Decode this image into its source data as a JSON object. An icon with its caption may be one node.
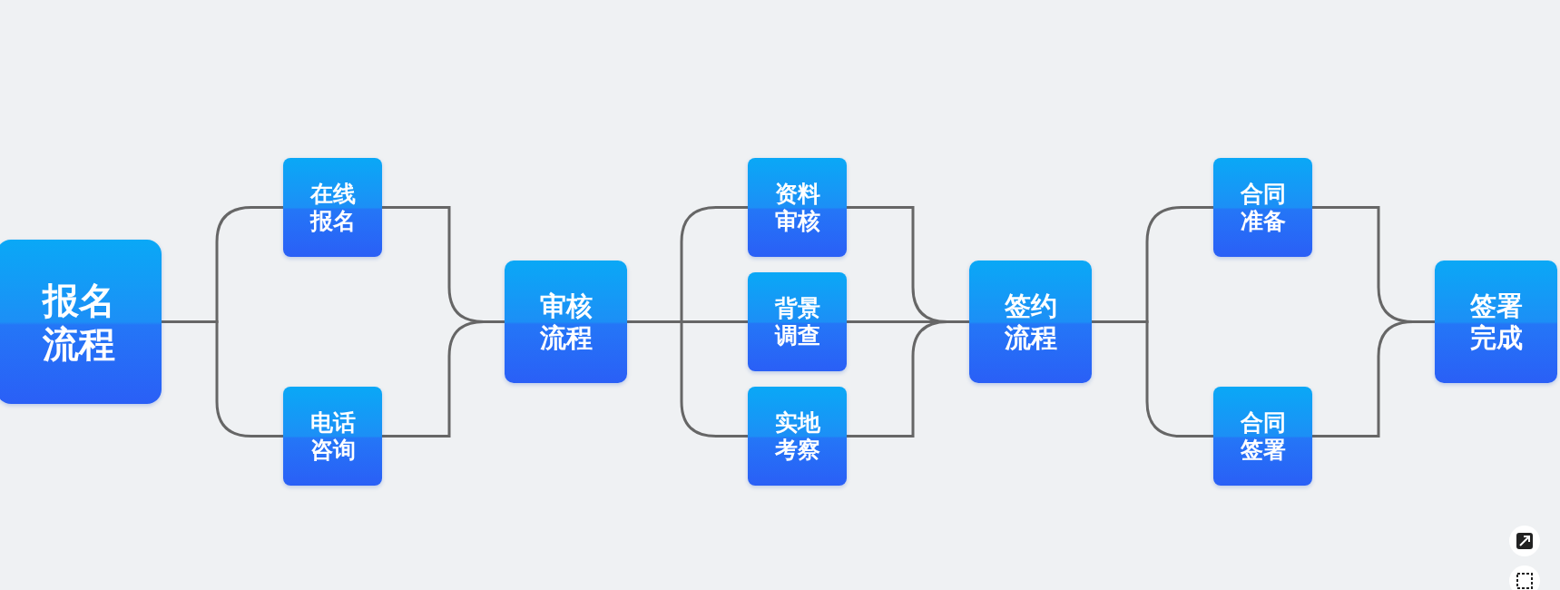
{
  "diagram": {
    "nodes": [
      {
        "text": [
          "报名流程"
        ]
      },
      {
        "text": [
          "在线报名"
        ]
      },
      {
        "text": [
          "电话咨询"
        ]
      },
      {
        "text": [
          "审核流程"
        ]
      },
      {
        "text": [
          "资料审核"
        ]
      },
      {
        "text": [
          "背景调查"
        ]
      },
      {
        "text": [
          "实地考察"
        ]
      },
      {
        "text": [
          "签约流程"
        ]
      },
      {
        "text": [
          "合同准备"
        ]
      },
      {
        "text": [
          "合同签署"
        ]
      },
      {
        "text": [
          "签署完成"
        ]
      }
    ],
    "edges": [
      {
        "from": 0,
        "to": 1,
        "arrow": "none"
      },
      {
        "from": 0,
        "to": 2,
        "arrow": "none"
      },
      {
        "from": 1,
        "to": 3,
        "arrow": "none"
      },
      {
        "from": 2,
        "to": 3,
        "arrow": "none"
      },
      {
        "from": 3,
        "to": 4,
        "arrow": "none"
      },
      {
        "from": 3,
        "to": 5,
        "arrow": "none"
      },
      {
        "from": 3,
        "to": 6,
        "arrow": "none"
      },
      {
        "from": 4,
        "to": 7,
        "arrow": "none"
      },
      {
        "from": 5,
        "to": 7,
        "arrow": "none"
      },
      {
        "from": 6,
        "to": 7,
        "arrow": "none"
      },
      {
        "from": 7,
        "to": 8,
        "arrow": "none"
      },
      {
        "from": 7,
        "to": 9,
        "arrow": "none"
      },
      {
        "from": 8,
        "to": 10,
        "arrow": "none"
      },
      {
        "from": 9,
        "to": 10,
        "arrow": "none"
      }
    ]
  }
}
